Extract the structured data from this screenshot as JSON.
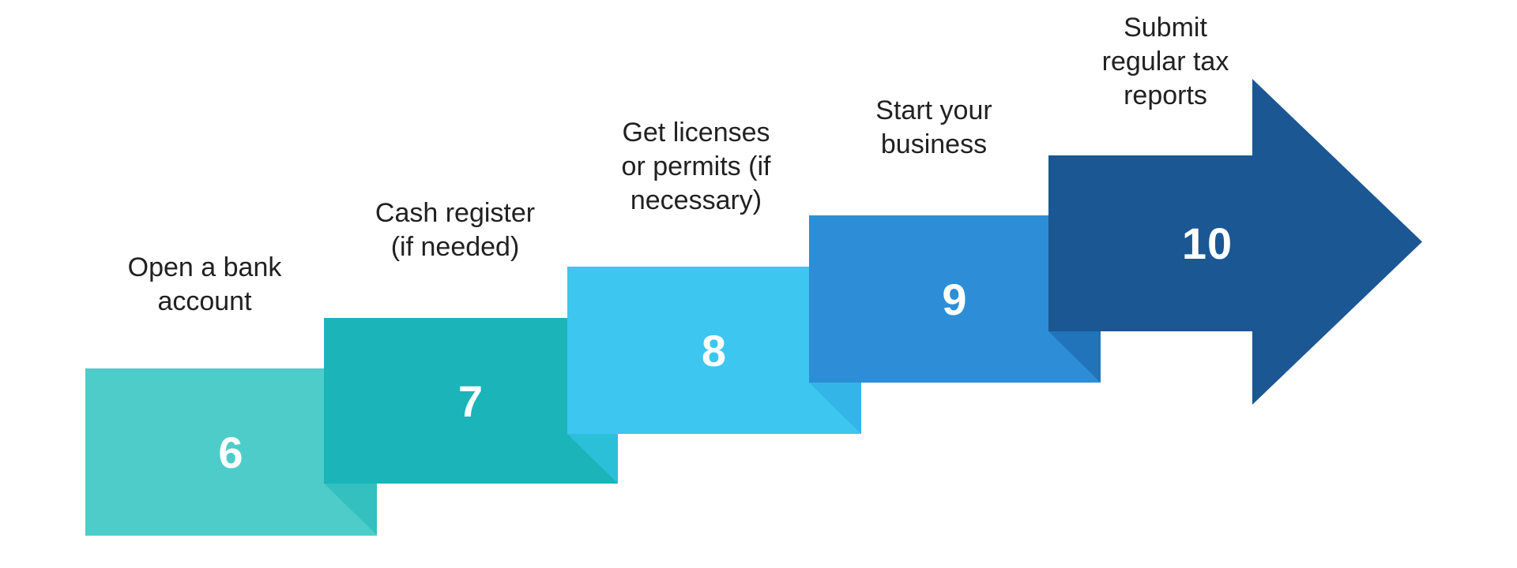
{
  "diagram": {
    "background": "#ffffff",
    "label_text_color": "#212121",
    "number_text_color": "#ffffff",
    "steps": [
      {
        "number": "6",
        "label": "Open a bank\naccount",
        "color": "#4ECCC9",
        "fold_color": null
      },
      {
        "number": "7",
        "label": "Cash register\n(if needed)",
        "color": "#1AB4B9",
        "fold_color": "#34C0BE"
      },
      {
        "number": "8",
        "label": "Get licenses\nor permits (if\nnecessary)",
        "color": "#3CC6F0",
        "fold_color": "#2BBFD8"
      },
      {
        "number": "9",
        "label": "Start your\nbusiness",
        "color": "#2D8ED7",
        "fold_color": "#33B5E8"
      },
      {
        "number": "10",
        "label": "Submit\nregular tax\nreports",
        "color": "#1B5793",
        "fold_color": "#2174BA"
      }
    ]
  }
}
